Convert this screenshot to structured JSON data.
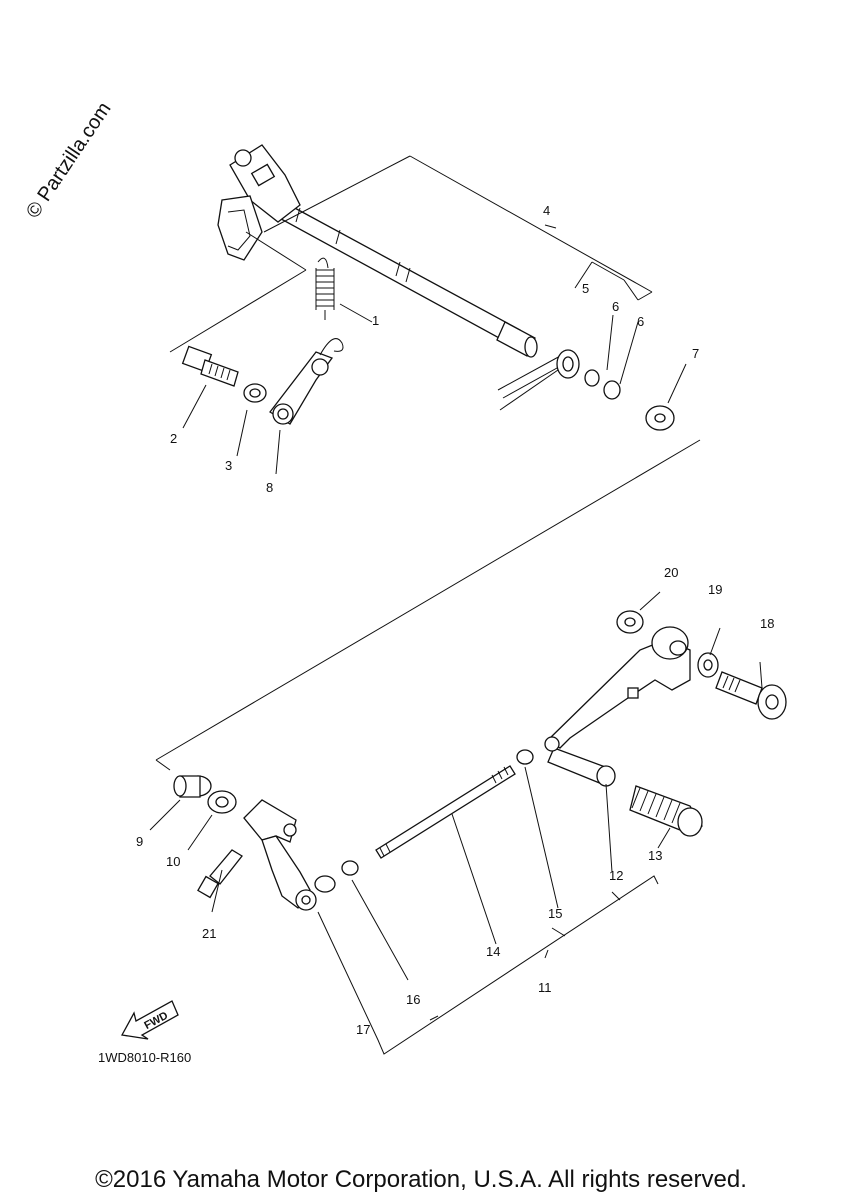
{
  "watermark": "© Partzilla.com",
  "diagram_code": "1WD8010-R160",
  "copyright": "©2016 Yamaha Motor Corporation, U.S.A. All rights reserved.",
  "fwd_label": "FWD",
  "callouts": [
    "1",
    "2",
    "3",
    "4",
    "5",
    "6",
    "6",
    "7",
    "8",
    "9",
    "10",
    "11",
    "12",
    "13",
    "14",
    "15",
    "16",
    "17",
    "18",
    "19",
    "20",
    "21"
  ]
}
